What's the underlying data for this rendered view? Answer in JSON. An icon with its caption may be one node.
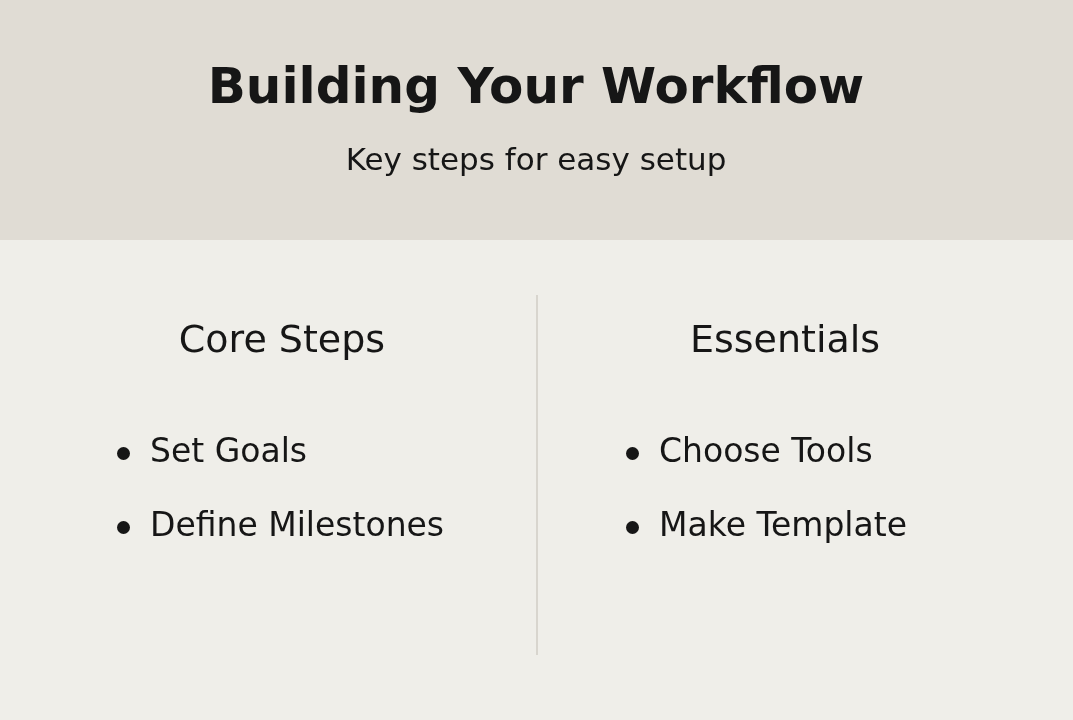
{
  "diagram": {
    "title": "Building Your Workflow",
    "labels": [
      "Key steps for easy setup",
      "Core Steps",
      "Set Goals",
      "Define Milestones",
      "Essentials",
      "Choose Tools",
      "Make Template"
    ]
  }
}
